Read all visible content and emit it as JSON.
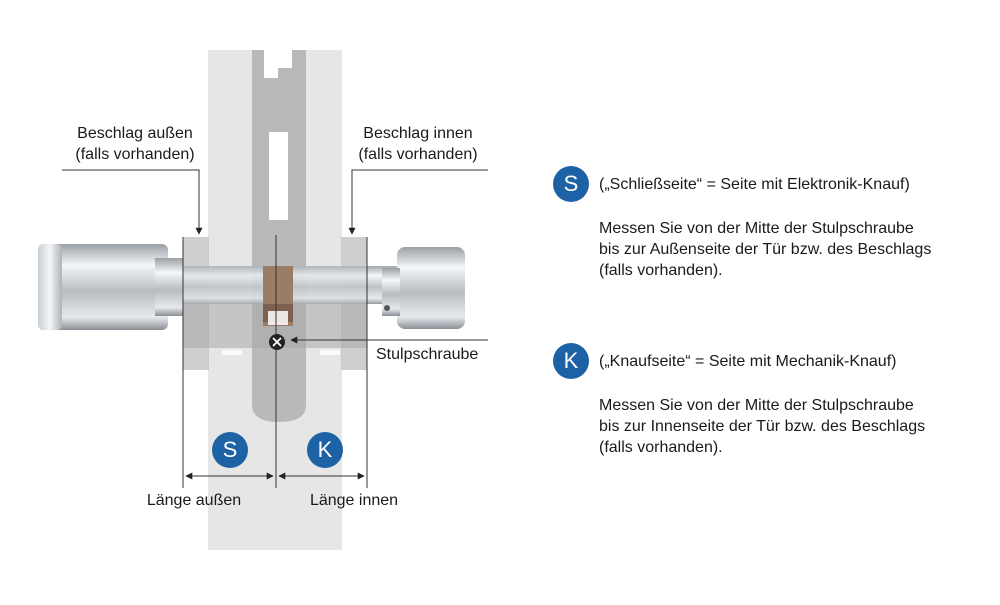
{
  "labels": {
    "outer_fitting_line1": "Beschlag außen",
    "outer_fitting_line2": "(falls vorhanden)",
    "inner_fitting_line1": "Beschlag innen",
    "inner_fitting_line2": "(falls vorhanden)",
    "screw": "Stulpschraube",
    "length_outer": "Länge außen",
    "length_inner": "Länge innen"
  },
  "markers": {
    "s_letter": "S",
    "k_letter": "K"
  },
  "legend": {
    "s_letter": "S",
    "s_title": "(„Schließseite“ = Seite mit Elektronik-Knauf)",
    "s_desc_line1": "Messen Sie von der Mitte der Stulpschraube",
    "s_desc_line2": "bis zur Außenseite der Tür bzw. des Beschlags",
    "s_desc_line3": "(falls vorhanden).",
    "k_letter": "K",
    "k_title": "(„Knaufseite“ = Seite mit Mechanik-Knauf)",
    "k_desc_line1": "Messen Sie von der Mitte der Stulpschraube",
    "k_desc_line2": "bis zur Innenseite der Tür bzw. des Beschlags",
    "k_desc_line3": "(falls vorhanden)."
  },
  "colors": {
    "accent_blue": "#1e62a6",
    "door": "#e6e6e6",
    "plate": "#b8b8b8",
    "brass": "#9a7a62"
  }
}
